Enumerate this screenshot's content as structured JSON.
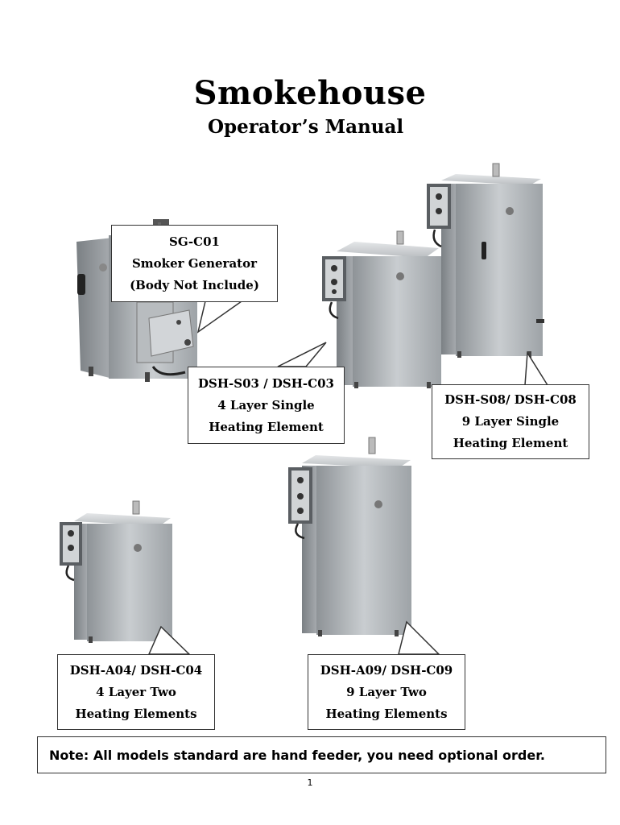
{
  "title": "Smokehouse",
  "subtitle": "Operator’s Manual",
  "callouts": [
    {
      "lines": [
        "SG-C01",
        "Smoker Generator",
        "(Body Not Include)"
      ]
    },
    {
      "lines": [
        "DSH-S03 / DSH-C03",
        "4 Layer Single",
        "Heating Element"
      ]
    },
    {
      "lines": [
        "DSH-S08/ DSH-C08",
        "9 Layer Single",
        "Heating Element"
      ]
    },
    {
      "lines": [
        "DSH-A04/ DSH-C04",
        "4 Layer Two",
        "Heating Elements"
      ]
    },
    {
      "lines": [
        "DSH-A09/ DSH-C09",
        "9 Layer Two",
        "Heating Elements"
      ]
    }
  ],
  "note": "Note: All models standard are hand feeder, you need optional order.",
  "page_number": "1",
  "colors": {
    "steel_light": "#d9dcdf",
    "steel_mid": "#a9adb1",
    "steel_dark": "#6f7478",
    "border": "#333333"
  }
}
